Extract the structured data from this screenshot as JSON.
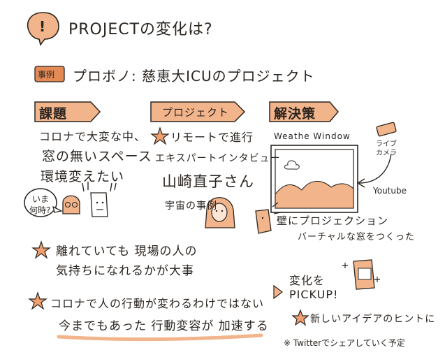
{
  "header": {
    "badge": "!",
    "title": "PROJECTの変化は?"
  },
  "example": {
    "tag": "事例",
    "title": "プロボノ: 慈恵大ICUのプロジェクト"
  },
  "sections": {
    "issue": {
      "label": "課題",
      "lines": [
        "コロナで大変な中、",
        "窓の無いスペース",
        "環境変えたい"
      ]
    },
    "project": {
      "label": "プロジェクト",
      "lines": [
        "リモートで進行",
        "エキスパートインタビュー",
        "山崎直子さん",
        "宇宙の事例"
      ]
    },
    "solution": {
      "label": "解決策",
      "window_name": "Weathe Window",
      "camera_label": "ライブ カメラ",
      "youtube": "Youtube",
      "lines": [
        "壁にプロジェクション",
        "バーチャルな窓をつくった"
      ]
    }
  },
  "speech_bubble": {
    "lines": [
      "いま",
      "何時?"
    ]
  },
  "takeaways": [
    {
      "lines": [
        "離れていても 現場の人の",
        "気持ちになれるかが大事"
      ]
    },
    {
      "lines": [
        "コロナで人の行動が変わるわけではない",
        "今までもあった 行動変容が 加速する"
      ]
    }
  ],
  "pickup": {
    "lines": [
      "変化を",
      "PICKUP!"
    ],
    "hint": "新しいアイデアのヒントに",
    "note": "※ Twitterでシェアしていく予定"
  },
  "colors": {
    "accent_orange": "#f2b48a",
    "accent_orange_dark": "#e38a55",
    "star": "#f0a070",
    "ink": "#2b2520",
    "sky": "#ffffff",
    "mountain": "#f2b48a"
  }
}
